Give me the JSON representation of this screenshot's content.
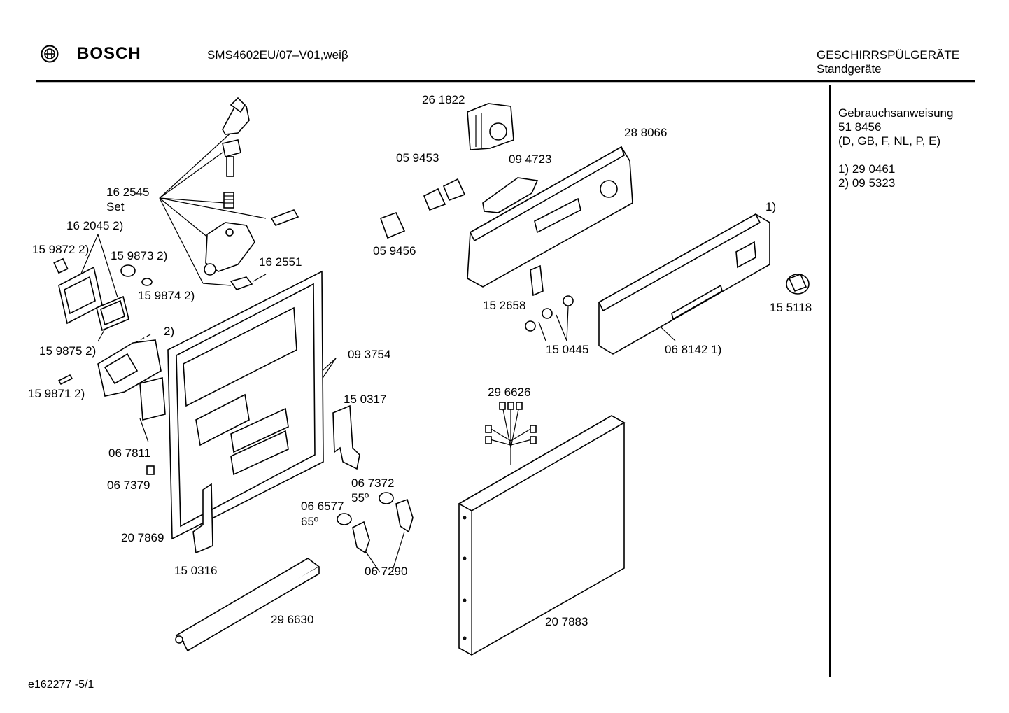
{
  "header": {
    "brand": "BOSCH",
    "logo_icon": "bosch-armature-logo-icon",
    "model": "SMS4602EU/07–V01,weiβ",
    "category_line1": "GESCHIRRSPÜLGERÄTE",
    "category_line2": "Standgeräte"
  },
  "sidebar": {
    "manual_title": "Gebrauchsanweisung",
    "manual_number": "51 8456",
    "manual_languages": "(D, GB, F, NL, P, E)",
    "notes": [
      "1) 29 0461",
      "2) 09 5323"
    ]
  },
  "footer": {
    "code": "e162277   -5/1"
  },
  "labels": [
    "26 1822",
    "28 8066",
    "05 9453",
    "09 4723",
    "05 9456",
    "1)",
    "16 2545",
    "Set",
    "16 2045 2)",
    "15 9872 2)",
    "15 9873 2)",
    "16 2551",
    "15 9874 2)",
    "2)",
    "15 9875 2)",
    "15 9871 2)",
    "06 7811",
    "06 7379",
    "09 3754",
    "15 0317",
    "15 2658",
    "15 0445",
    "06 8142 1)",
    "15 5118",
    "29 6626",
    "06 7372",
    "55º",
    "06 6577",
    "65º",
    "20 7869",
    "15 0316",
    "06 7290",
    "29 6630",
    "20 7883"
  ]
}
